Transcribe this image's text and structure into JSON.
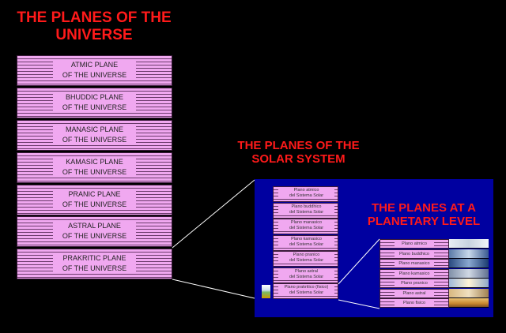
{
  "titles": {
    "universe": [
      "THE PLANES OF THE",
      "UNIVERSE"
    ],
    "solar": [
      "THE PLANES OF THE",
      "SOLAR SYSTEM"
    ],
    "planetary": [
      "THE PLANES AT A",
      "PLANETARY LEVEL"
    ]
  },
  "universe_planes": [
    {
      "line1": "ATMIC PLANE",
      "line2": "OF THE UNIVERSE"
    },
    {
      "line1": "BHUDDIC PLANE",
      "line2": "OF THE UNIVERSE"
    },
    {
      "line1": "MANASIC PLANE",
      "line2": "OF THE UNIVERSE"
    },
    {
      "line1": "KAMASIC PLANE",
      "line2": "OF THE UNIVERSE"
    },
    {
      "line1": "PRANIC PLANE",
      "line2": "OF THE UNIVERSE"
    },
    {
      "line1": "ASTRAL PLANE",
      "line2": "OF THE UNIVERSE"
    },
    {
      "line1": "PRAKRITIC PLANE",
      "line2": "OF THE UNIVERSE"
    }
  ],
  "solar_planes": [
    {
      "line1": "Plano atmico",
      "line2": "del Sistema Solar"
    },
    {
      "line1": "Plano buddhico",
      "line2": "del Sistema Solar"
    },
    {
      "line1": "Plano manasico",
      "line2": "del Sistema Solar"
    },
    {
      "line1": "Plano kamasico",
      "line2": "del Sistema Solar"
    },
    {
      "line1": "Plano pranico",
      "line2": "del Sistema Solar"
    },
    {
      "line1": "Plano astral",
      "line2": "del Sistema Solar"
    },
    {
      "line1": "Plano prakritico (fisico)",
      "line2": "del Sistema Solar"
    }
  ],
  "planetary_planes": [
    "Plano atmico",
    "Plano buddhico",
    "Plano manasico",
    "Plano kamasico",
    "Plano pranico",
    "Plano astral",
    "Plano fisico"
  ],
  "colors": {
    "title": "#ff1a1a",
    "plane_fill": "#f0a8f0",
    "panel": "#0000a0",
    "background": "#000000"
  }
}
